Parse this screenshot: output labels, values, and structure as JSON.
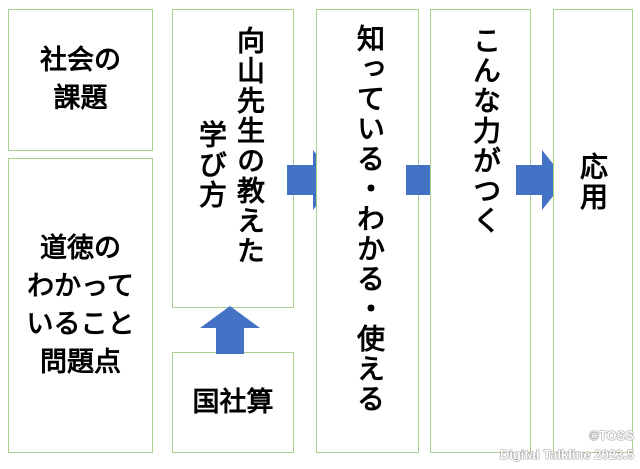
{
  "boxes": {
    "social_issues": "社会の\n課題",
    "moral_lines": [
      "道徳の",
      "わかって",
      "いること",
      "問題点"
    ],
    "mukoyama_col1": "向山先生の教えた",
    "mukoyama_col2": "学び方",
    "subjects": "国社算",
    "know_understand_use": "知っている・わかる・使える",
    "gain_ability": "こんな力がつく",
    "application": "応用"
  },
  "colors": {
    "border": "#a9d18e",
    "arrow": "#4472c4"
  },
  "watermark": {
    "copyright": "©TOSS",
    "line2": "Digital Talkline 2023.5"
  }
}
